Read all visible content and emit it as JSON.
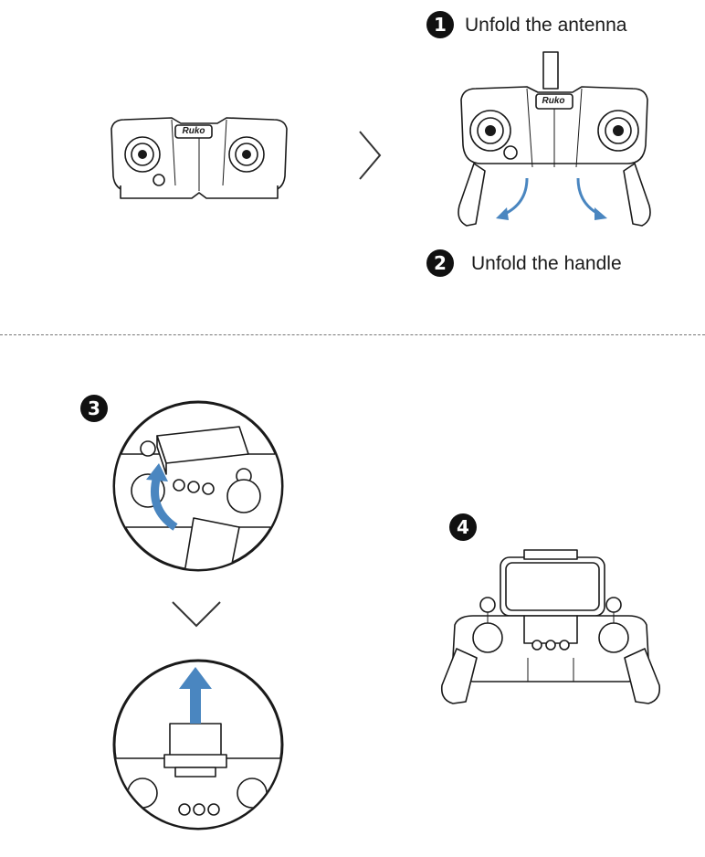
{
  "brand": {
    "logo_text": "Ruko"
  },
  "steps": [
    {
      "number": "1",
      "label": "Unfold the antenna"
    },
    {
      "number": "2",
      "label": "Unfold the handle"
    },
    {
      "number": "3"
    },
    {
      "number": "4"
    }
  ],
  "icons": {
    "next_arrow": "chevron-right-icon",
    "down_arrow": "chevron-down-icon",
    "rotate_arrow": "curved-arrow-icon",
    "lift_arrow": "arrow-up-icon"
  },
  "colors": {
    "arrow_blue": "#4a86c0",
    "ink": "#1a1a1a",
    "divider": "#777777"
  }
}
